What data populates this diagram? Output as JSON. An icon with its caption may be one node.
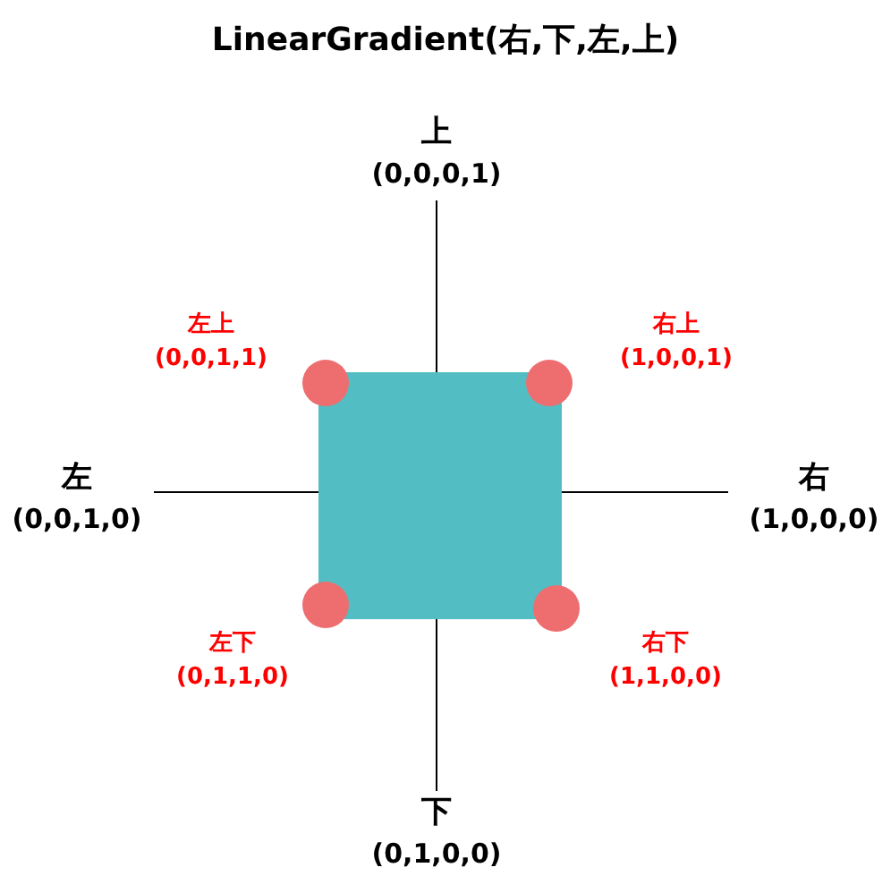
{
  "diagram": {
    "title": "LinearGradient(右,下,左,上)",
    "nodes": [
      {
        "text": [],
        "shape": "box"
      },
      {
        "text": [
          "上",
          "(0,0,0,1)"
        ]
      },
      {
        "text": [
          "左",
          "(0,0,1,0)"
        ]
      },
      {
        "text": [
          "右",
          "(1,0,0,0)"
        ]
      },
      {
        "text": [
          "下",
          "(0,1,0,0)"
        ]
      },
      {
        "text": [],
        "shape": "circle",
        "beside": [
          "左上",
          "(0,0,1,1)"
        ]
      },
      {
        "text": [],
        "shape": "circle",
        "beside": [
          "右上",
          "(1,0,0,1)"
        ]
      },
      {
        "text": [],
        "shape": "circle",
        "beside": [
          "左下",
          "(0,1,1,0)"
        ]
      },
      {
        "text": [],
        "shape": "circle",
        "beside": [
          "右下",
          "(1,1,0,0)"
        ]
      }
    ],
    "edges": [
      {
        "from": 0,
        "to": 1,
        "arrow": "none"
      },
      {
        "from": 0,
        "to": 2,
        "arrow": "none"
      },
      {
        "from": 0,
        "to": 3,
        "arrow": "none"
      },
      {
        "from": 0,
        "to": 4,
        "arrow": "none"
      }
    ]
  }
}
